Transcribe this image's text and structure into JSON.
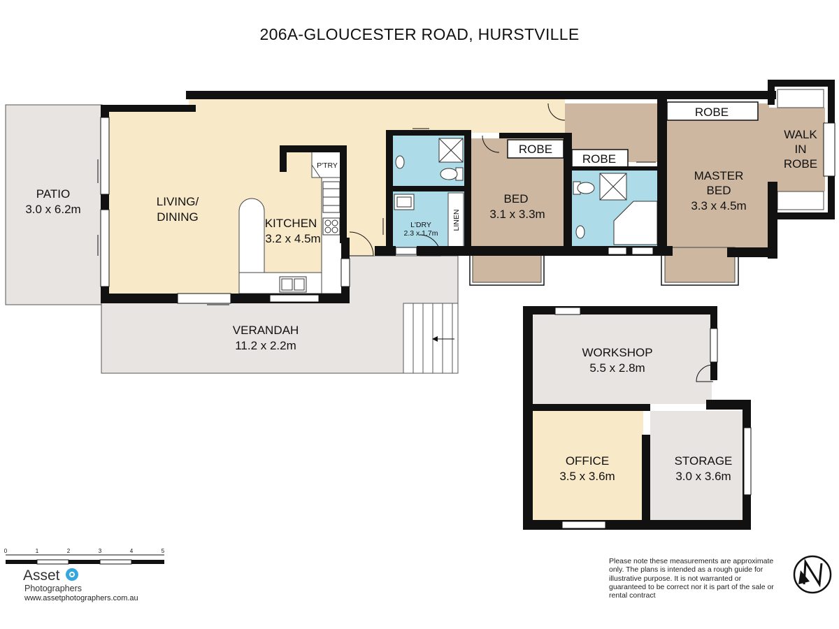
{
  "title": "206A-GLOUCESTER ROAD, HURSTVILLE",
  "rooms": {
    "patio": {
      "name": "PATIO",
      "size": "3.0 x 6.2m"
    },
    "living": {
      "name_line1": "LIVING/",
      "name_line2": "DINING"
    },
    "kitchen": {
      "name": "KITCHEN",
      "size": "3.2 x 4.5m"
    },
    "pantry": {
      "name": "P'TRY"
    },
    "laundry": {
      "name": "L'DRY",
      "size": "2.3 x 1.7m"
    },
    "linen": {
      "name": "LINEN"
    },
    "bed": {
      "name": "BED",
      "size": "3.1 x 3.3m",
      "robe": "ROBE"
    },
    "ensuite_robe": {
      "name": "ROBE"
    },
    "master": {
      "name_line1": "MASTER",
      "name_line2": "BED",
      "size": "3.3 x 4.5m",
      "robe": "ROBE"
    },
    "walk_in": {
      "line1": "WALK",
      "line2": "IN",
      "line3": "ROBE"
    },
    "verandah": {
      "name": "VERANDAH",
      "size": "11.2 x 2.2m"
    },
    "workshop": {
      "name": "WORKSHOP",
      "size": "5.5 x 2.8m"
    },
    "office": {
      "name": "OFFICE",
      "size": "3.5 x 3.6m"
    },
    "storage": {
      "name": "STORAGE",
      "size": "3.0 x 3.6m"
    }
  },
  "scale": {
    "ticks": [
      "0",
      "1",
      "2",
      "3",
      "4",
      "5"
    ]
  },
  "logo": {
    "word": "Asset",
    "sub": "Photographers",
    "url": "www.assetphotographers.com.au"
  },
  "disclaimer": "Please note these measurements are approximate only. The plans is intended as a rough guide for illustrative purpose. It is not warranted or guaranteed to be correct nor it is part of the sale or rental contract",
  "compass": {
    "icon": "north-arrow-icon"
  },
  "colors": {
    "wall": "#111111",
    "living": "#f8e9c8",
    "bedroom": "#cdb7a0",
    "wet_area": "#aedbe8",
    "outdoor": "#e7e4e2",
    "office": "#f8e9c8",
    "storage": "#e7e4e2"
  }
}
